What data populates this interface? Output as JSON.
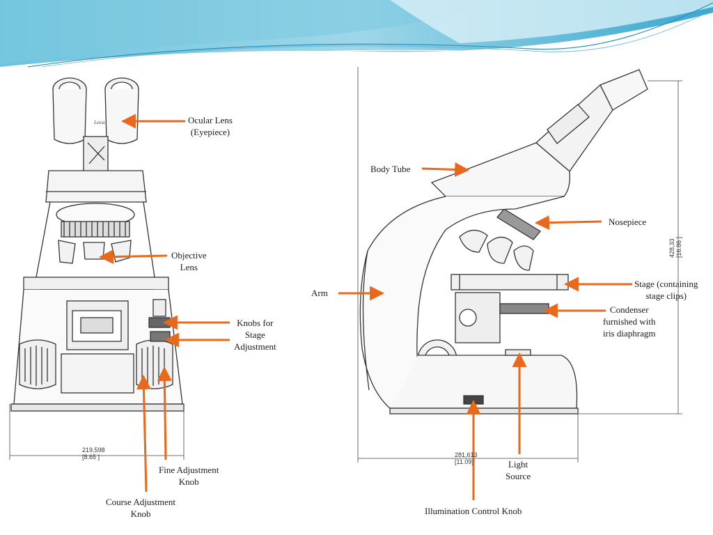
{
  "colors": {
    "arrow": "#e8691c",
    "banner_dark": "#2f9fc8",
    "banner_light": "#a9dcec",
    "line": "#333333"
  },
  "front_view": {
    "labels": {
      "ocular": [
        "Ocular Lens",
        "(Eyepiece)"
      ],
      "objective": [
        "Objective",
        "Lens"
      ],
      "stage_knobs": [
        "Knobs for",
        "Stage",
        "Adjustment"
      ],
      "fine": [
        "Fine Adjustment",
        "Knob"
      ],
      "course": [
        "Course Adjustment",
        "Knob"
      ]
    },
    "dimension": [
      "219,598",
      "[8.65 ]"
    ]
  },
  "side_view": {
    "labels": {
      "body_tube": "Body Tube",
      "nosepiece": "Nosepiece",
      "arm": "Arm",
      "stage": [
        "Stage (containing",
        "stage clips)"
      ],
      "condenser": [
        "Condenser",
        "furnished with",
        "iris diaphragm"
      ],
      "light_source": [
        "Light",
        "Source"
      ],
      "illumination": "Illumination Control Knob"
    },
    "width_dimension": [
      "281,613",
      "[11.09]"
    ],
    "height_dimension": [
      "428,33",
      "[16.86 ]"
    ]
  }
}
